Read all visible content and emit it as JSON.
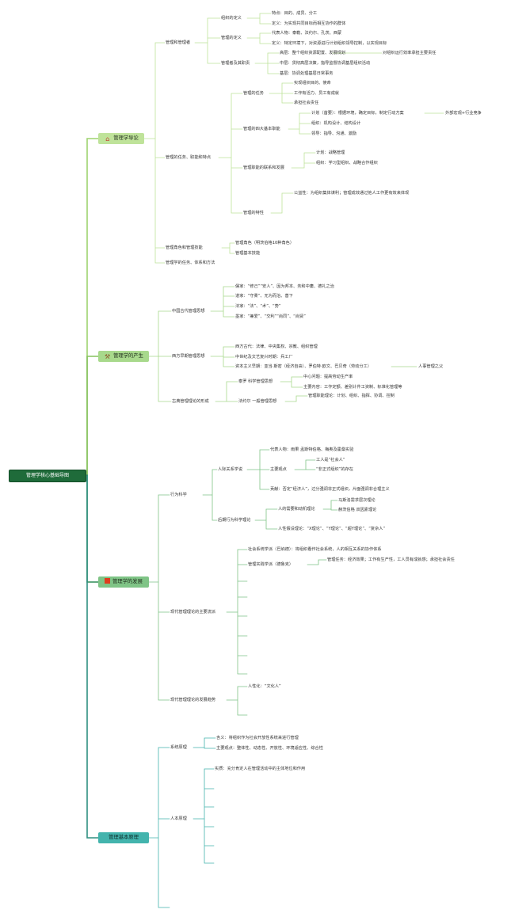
{
  "root": "管理学核心基础导图",
  "icons": {
    "s1": "home-icon",
    "s2": "tools-icon",
    "s3": "flag-icon"
  },
  "colors": {
    "root": "#1f6b3a",
    "s1": "#bfe39a",
    "s2": "#a8d98c",
    "s3": "#7fc486",
    "s4": "#43b4ad"
  },
  "s1": {
    "label": "管理学导论",
    "n1": "管理和管理者",
    "n1a": "组织的定义",
    "n1a1": "特点：目的、成员、分工",
    "n1a2": "定义：为实现共同目标而相互协作的群体",
    "n1b": "管理的定义",
    "n1b1": "代表人物：泰勒、法约尔、孔茨、西蒙",
    "n1b2": "定义：特定环境下，对资源进行计划组织领导控制，以实现目标",
    "n1c": "管理者及其职责",
    "n1c1": "高层：整个组织资源配置、发展规划",
    "n1c1b": "对组织运行效率承担主要责任",
    "n1c2": "中层：贯彻高层决策，指导监督协调基层组织活动",
    "n1c3": "基层：协调处理基层日常事务",
    "n2": "管理的任务、职能和特点",
    "n2a": "管理的任务",
    "n2a1": "实现组织目的、使命",
    "n2a2": "工作有活力、员工有成就",
    "n2a3": "承担社会责任",
    "n2b": "管理的四大基本职能",
    "n2b1": "计划（首要）：根据环境，确定目标，制定行动方案",
    "n2b1b": "外部宏观+行业竞争",
    "n2b2": "组织：机构设计、结构设计",
    "n2b3": "领导：指导、沟通、激励",
    "n2c": "管理职能的联系和发展",
    "n2c1": "计划：战略管理",
    "n2c2": "组织：学习型组织、战略合作组织",
    "n2d": "管理的特性",
    "n2d1": "公益性：为组织集体谋利；管理成效通过他人工作更有效来体现",
    "n3": "管理角色和管理技能",
    "n3a": "管理角色（明茨伯格10种角色）",
    "n3b": "管理基本技能",
    "n4": "管理学的任务、体系和方法"
  },
  "s2": {
    "label": "管理学的产生",
    "n1": "中国古代管理思想",
    "n1a": "儒家：“修己”“安人”、因为邦本、务和中庸、德礼之治",
    "n1b": "道家：“守柔”、无为而治、善下",
    "n1c": "法家：“法”、“术”、“势”",
    "n1d": "墨家：“兼爱”、“交利”“尚同”、“尚贤”",
    "n2": "西方早期管理思想",
    "n2a": "西方古代：法律、中央集权、宗教、组织管理",
    "n2b": "中世纪及文艺复兴时期：兵工厂",
    "n2c": "资本主义早期：亚当·斯密（经济自由）、罗伯特·欧文、巴贝奇（劳动分工）",
    "n2c1": "人事管理之父",
    "n3": "古典管理理论的形成",
    "n3a": "泰罗 科学管理思想",
    "n3a1": "中心问题：提高劳动生产率",
    "n3a2": "主要内容：工作定额、差别计件工资制、标准化管理等",
    "n3b": "法约尔 一般管理思想",
    "n3b1": "管理职能理论：计划、组织、指挥、协调、控制"
  },
  "s3": {
    "label": "管理学的发展",
    "n1": "行为科学",
    "n1a": "人际关系学说",
    "n1a1": "代表人物：雨果 孟斯特伯格、梅奥及霍桑实验",
    "n1a2": "主要观点",
    "n1a2a": "工人是“社会人”",
    "n1a2b": "“非正式组织”的存在",
    "n1a3": "贡献：否定“经济人”，过分强调非正式组织，片面强调非合理主义",
    "n1b": "后期行为科学理论",
    "n1b1": "人的需要和动机理论",
    "n1b1a": "马斯洛需求层次理论",
    "n1b1b": "赫茨伯格 双因素理论",
    "n1b2": "人性假设理论：“X理论”、“Y理论”、“超Y理论”、“复杂人”",
    "n2": "现代管理理论的主要流派",
    "n2a": "社会系统学派（巴纳德）：将组织看作社会系统，人的相互关系的协作体系",
    "n2b": "管理实践学派（德鲁克）",
    "n2b1": "管理任务：经济效果；工作有生产性，工人员有成就感；承担社会责任",
    "n3": "现代管理理论的发展趋势",
    "n3a": "人性化：“文化人”"
  },
  "s4": {
    "label": "管理基本原理",
    "n1": "系统原理",
    "n1a": "含义：将组织作为社会开放性系统来进行管理",
    "n1b": "主要观点：整体性、动态性、开放性、环境适应性、综合性",
    "n2": "人本原理",
    "n2a": "实质：充分肯定人在管理活动中的主体地位和作用"
  }
}
